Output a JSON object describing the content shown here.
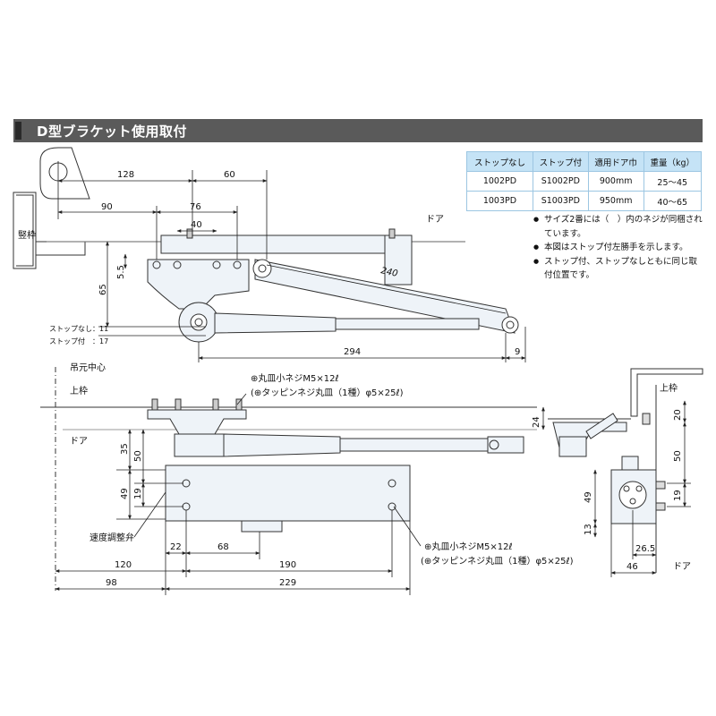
{
  "title": "D型ブラケット使用取付",
  "spec_table": {
    "headers": [
      "ストップなし",
      "ストップ付",
      "適用ドア巾",
      "重量（kg）"
    ],
    "rows": [
      [
        "1002PD",
        "S1002PD",
        "900mm",
        "25～45"
      ],
      [
        "1003PD",
        "S1003PD",
        "950mm",
        "40～65"
      ]
    ]
  },
  "notes": [
    "サイズ2番には（　）内のネジが同梱されています。",
    "本図はストップ付左勝手を示します。",
    "ストップ付、ストップなしともに同じ取付位置です。"
  ],
  "top_view": {
    "frame_label": "竪枠",
    "door_label": "ドア",
    "dims": {
      "d128": "128",
      "d60": "60",
      "d90": "90",
      "d76": "76",
      "d40": "40",
      "d5_5": "5.5",
      "d65": "65",
      "d240": "240",
      "d294": "294",
      "d9": "9"
    },
    "stop_none": "ストップなし：11",
    "stop_with": "ストップ付　：17"
  },
  "front_view": {
    "hinge_center": "吊元中心",
    "upper_frame": "上枠",
    "door_label": "ドア",
    "screw_note_1": "⊕丸皿小ネジM5×12ℓ",
    "screw_note_2": "(⊕タッピンネジ丸皿（1種）φ5×25ℓ)",
    "screw_note_3": "⊕丸皿小ネジM5×12ℓ",
    "screw_note_4": "(⊕タッピンネジ丸皿（1種）φ5×25ℓ)",
    "valve_label": "速度調整弁",
    "dims": {
      "d35": "35",
      "d50": "50",
      "d49": "49",
      "d19": "19",
      "d22": "22",
      "d68": "68",
      "d120": "120",
      "d190": "190",
      "d98": "98",
      "d229": "229"
    }
  },
  "side_view": {
    "upper_frame": "上枠",
    "door_label": "ドア",
    "dims": {
      "d24": "24",
      "d20": "20",
      "d50": "50",
      "d49": "49",
      "d19": "19",
      "d13": "13",
      "d26_5": "26.5",
      "d46": "46"
    }
  }
}
